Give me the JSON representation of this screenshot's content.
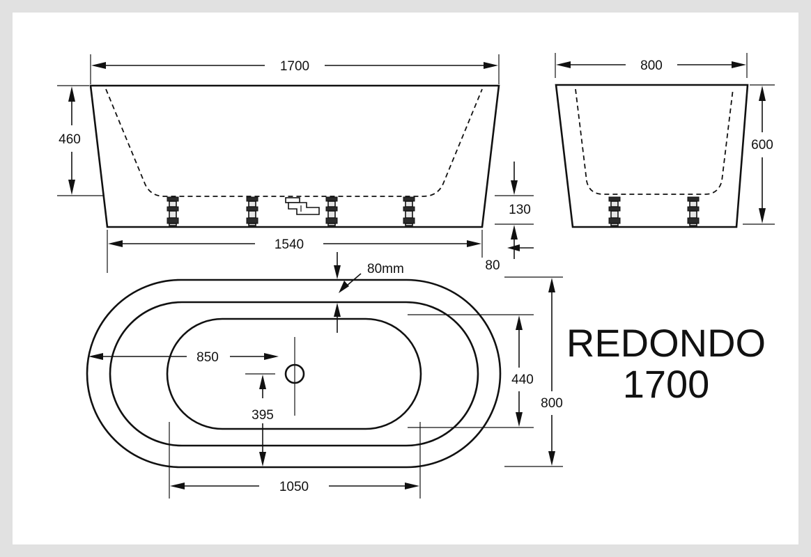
{
  "product": {
    "name": "REDONDO",
    "model": "1700"
  },
  "dimensions": {
    "front_overall_length": "1700",
    "front_height": "460",
    "front_base_length": "1540",
    "front_foot_height": "130",
    "front_base_gap": "80",
    "side_overall_width": "800",
    "side_height": "600",
    "plan_rim_width": "80mm",
    "plan_waste_x": "850",
    "plan_waste_y": "395",
    "plan_inner_width": "440",
    "plan_outer_width": "800",
    "plan_inner_length": "1050"
  }
}
